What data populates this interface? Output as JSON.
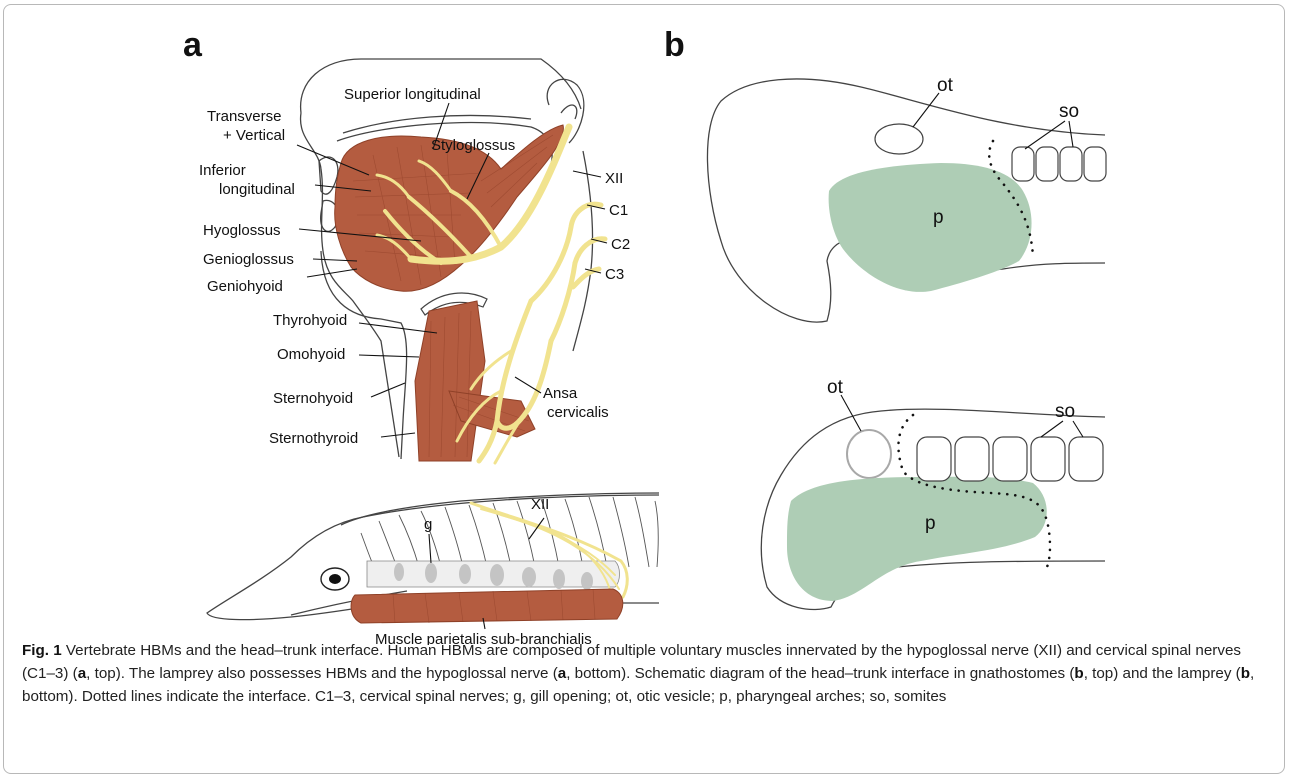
{
  "panel_a": {
    "letter": "a",
    "human_labels": {
      "superior_longitudinal": "Superior longitudinal",
      "transverse_1": "Transverse",
      "transverse_2": "+ Vertical",
      "styloglossus": "Styloglossus",
      "inferior_1": "Inferior",
      "inferior_2": "longitudinal",
      "xii": "XII",
      "c1": "C1",
      "hyoglossus": "Hyoglossus",
      "c2": "C2",
      "genioglossus": "Genioglossus",
      "c3": "C3",
      "geniohyoid": "Geniohyoid",
      "thyrohyoid": "Thyrohyoid",
      "omohyoid": "Omohyoid",
      "ansa_1": "Ansa",
      "ansa_2": "cervicalis",
      "sternohyoid": "Sternohyoid",
      "sternothyroid": "Sternothyroid"
    },
    "lamprey_labels": {
      "g": "g",
      "xii": "XII",
      "muscle": "Muscle parietalis sub-branchialis"
    }
  },
  "panel_b": {
    "letter": "b",
    "top": {
      "ot": "ot",
      "so": "so",
      "p": "p"
    },
    "bottom": {
      "ot": "ot",
      "so": "so",
      "p": "p"
    }
  },
  "colors": {
    "muscle": "#b45c40",
    "nerve": "#f1e38f",
    "pharyngeal": "#aecdb5",
    "gill": "#c4c4c4"
  },
  "caption": {
    "fig_label": "Fig. 1",
    "t1": " Vertebrate HBMs and the head–trunk interface. Human HBMs are composed of multiple voluntary muscles innervated by the hypoglossal nerve (XII) and cervical spinal nerves (C1–3) (",
    "b1": "a",
    "t2": ", top). The lamprey also possesses HBMs and the hypoglossal nerve (",
    "b2": "a",
    "t3": ", bottom). Schematic diagram of the head–trunk interface in gnathostomes (",
    "b3": "b",
    "t4": ", top) and the lamprey (",
    "b4": "b",
    "t5": ", bottom). Dotted lines indicate the interface. C1–3, cervical spinal nerves; g, gill opening; ot, otic vesicle; p, pharyngeal arches; so, somites"
  }
}
